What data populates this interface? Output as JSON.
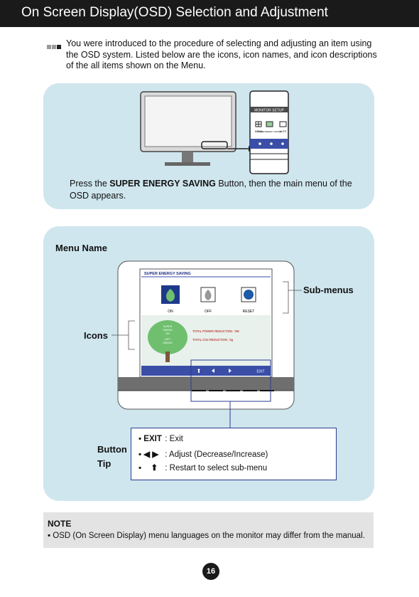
{
  "header": {
    "title": "On Screen Display(OSD) Selection and Adjustment"
  },
  "intro": {
    "text": "You were introduced to the procedure of selecting and adjusting an item using the OSD system. Listed below are the icons, icon names, and icon descriptions of the all items shown on the Menu."
  },
  "press": {
    "prefix": "Press the ",
    "bold": "SUPER ENERGY SAVING",
    "suffix": " Button, then the main menu of the OSD appears."
  },
  "monitor_setup": {
    "title": "MONITOR SETUP",
    "items": [
      "MENU",
      "SUPER ENERGY SAVING",
      "AUTO"
    ]
  },
  "diagram": {
    "menu_name_label": "Menu Name",
    "submenus_label": "Sub-menus",
    "icons_label": "Icons",
    "button_tip_label": [
      "Button",
      "Tip"
    ],
    "osd_title": "SUPER ENERGY SAVING",
    "options": [
      "ON",
      "OFF",
      "RESET"
    ],
    "tree_text": [
      "SUPER",
      "SAVING",
      "ON",
      "LEFT",
      "SAVING"
    ],
    "stats": [
      "TOTAL POWER REDUCTION : 0W",
      "TOTAL CO2 REDUCTION : 0g"
    ],
    "exit_label": "EXIT"
  },
  "tips": [
    {
      "key": "EXIT",
      "desc": ": Exit"
    },
    {
      "key": "◀ ▶",
      "desc": ": Adjust (Decrease/Increase)"
    },
    {
      "key": "⬆",
      "desc": ": Restart to select sub-menu"
    }
  ],
  "note": {
    "title": "NOTE",
    "text": "OSD (On Screen Display) menu languages on the monitor may differ from the manual."
  },
  "page_number": "16",
  "colors": {
    "header_bg": "#1a1a1a",
    "panel_bg": "#cfe6ee",
    "osd_blue": "#3a4ea8",
    "note_bg": "#e3e3e3"
  }
}
